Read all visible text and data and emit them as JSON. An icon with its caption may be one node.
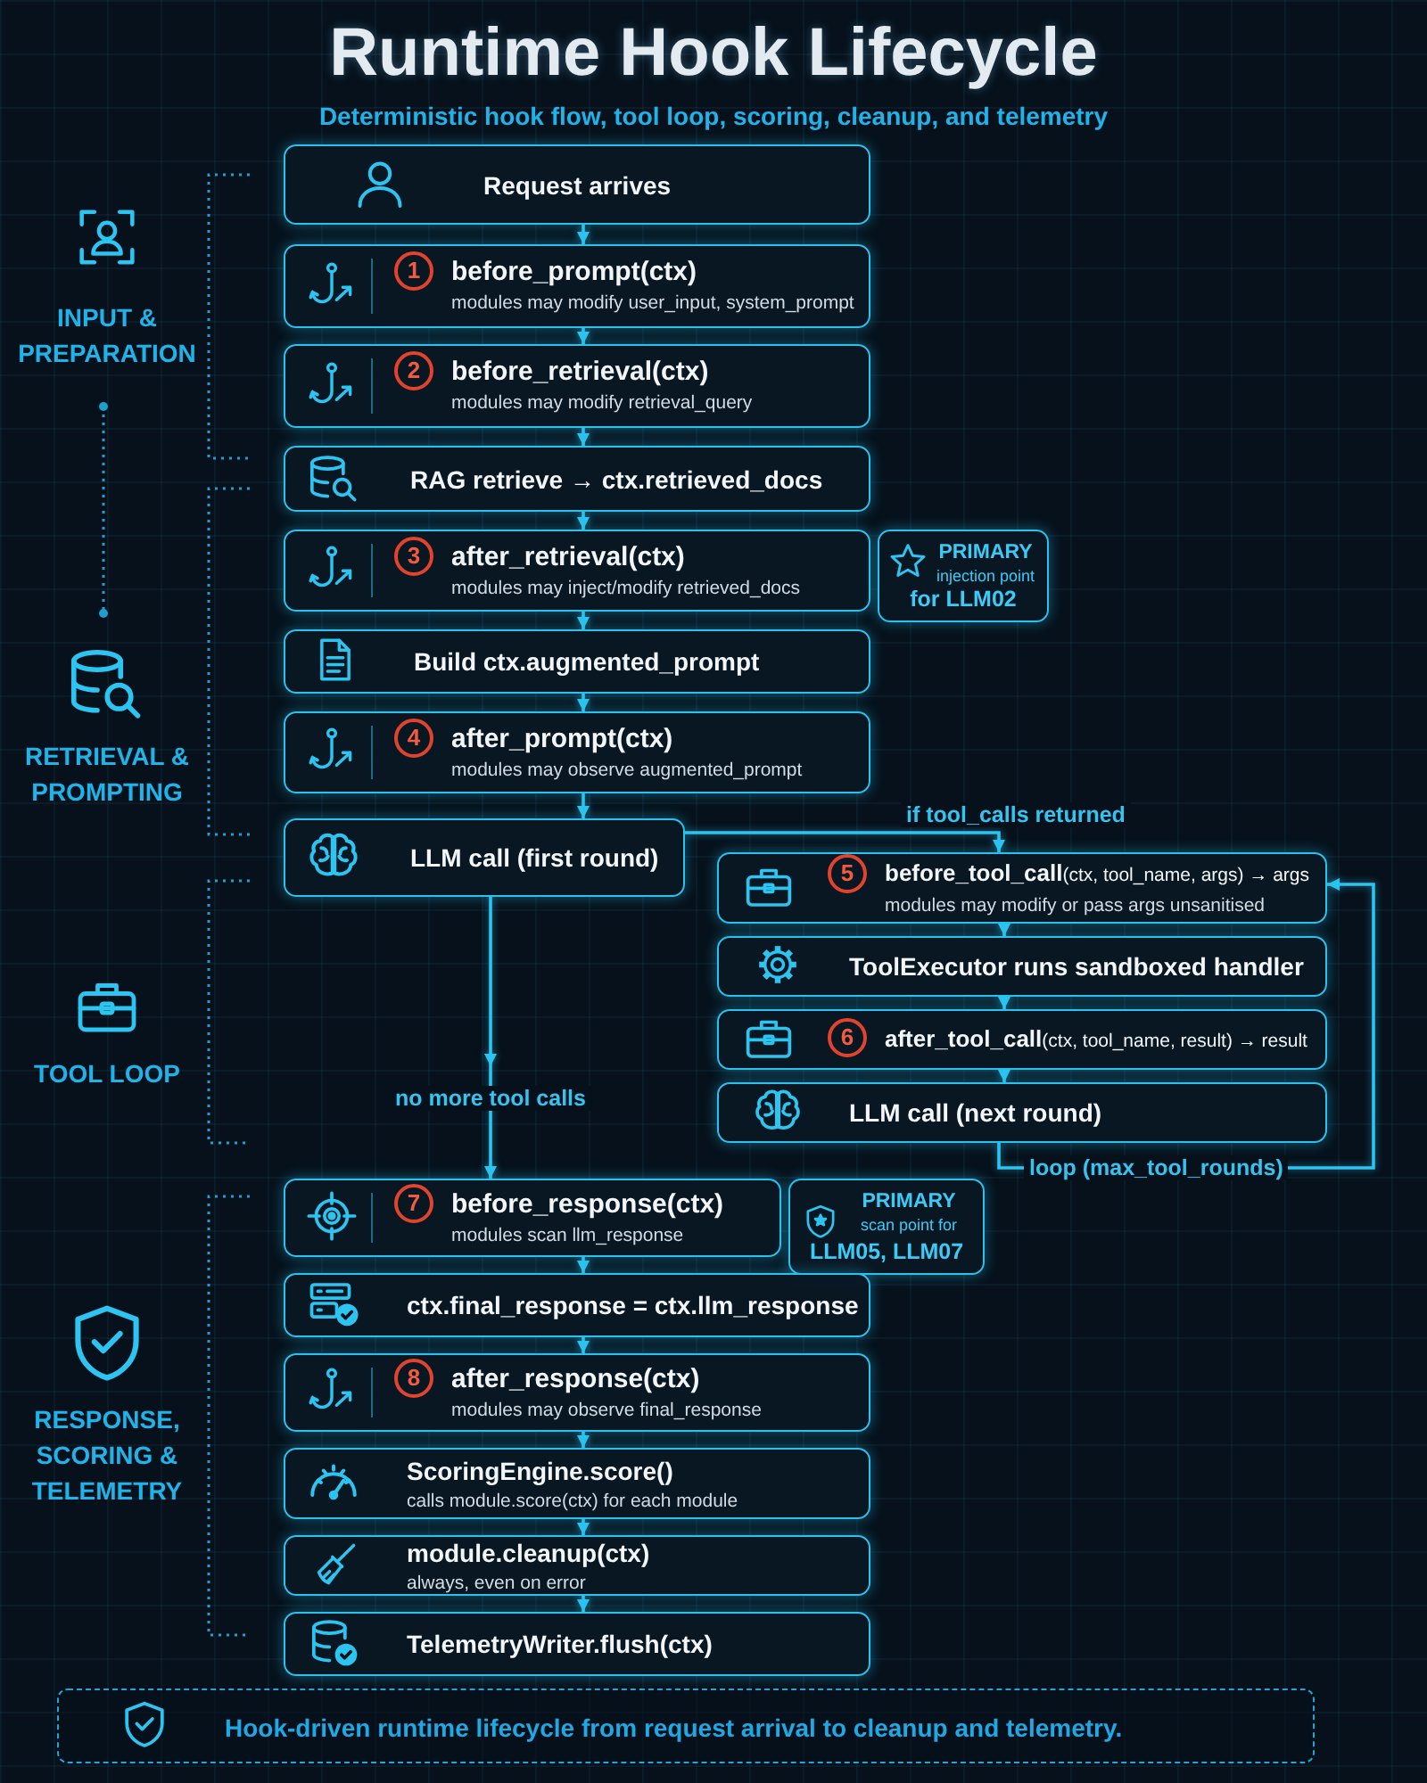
{
  "diagram": {
    "title": "Runtime Hook Lifecycle",
    "caption": "Hook-driven runtime lifecycle from request arrival to cleanup and telemetry.",
    "nodes": [
      {
        "text": [
          "Request arrives"
        ]
      },
      {
        "text": [
          "1",
          "before_prompt(ctx)",
          "modules may modify user_input, system_prompt"
        ]
      },
      {
        "text": [
          "2",
          "before_retrieval(ctx)",
          "modules may modify retrieval_query"
        ]
      },
      {
        "text": [
          "RAG retrieve → ctx.retrieved_docs"
        ]
      },
      {
        "text": [
          "3",
          "after_retrieval(ctx)",
          "modules may inject/modify retrieved_docs"
        ]
      },
      {
        "text": [
          "PRIMARY",
          "injection point",
          "for LLM02"
        ]
      },
      {
        "text": [
          "Build ctx.augmented_prompt"
        ]
      },
      {
        "text": [
          "4",
          "after_prompt(ctx)",
          "modules may observe augmented_prompt"
        ]
      },
      {
        "text": [
          "LLM call (first round)"
        ]
      },
      {
        "text": [
          "5",
          "**before_tool_call**(ctx, tool_name, args) → args",
          "modules may modify or pass args unsanitised"
        ]
      },
      {
        "text": [
          "ToolExecutor runs sandboxed handler"
        ]
      },
      {
        "text": [
          "6",
          "**after_tool_call**(ctx, tool_name, result) → result"
        ]
      },
      {
        "text": [
          "LLM call (next round)"
        ]
      },
      {
        "text": [
          "7",
          "before_response(ctx)",
          "modules scan llm_response"
        ]
      },
      {
        "text": [
          "PRIMARY",
          "scan point for",
          "LLM05, LLM07"
        ]
      },
      {
        "text": [
          "ctx.final_response = ctx.llm_response"
        ]
      },
      {
        "text": [
          "8",
          "after_response(ctx)",
          "modules may observe final_response"
        ]
      },
      {
        "text": [
          "ScoringEngine.score()",
          "calls module.score(ctx) for each module"
        ]
      },
      {
        "text": [
          "module.cleanup(ctx)",
          "always, even on error"
        ]
      },
      {
        "text": [
          "TelemetryWriter.flush(ctx)"
        ]
      }
    ],
    "edges": [
      {
        "from": 0,
        "to": 1,
        "arrow": "to"
      },
      {
        "from": 1,
        "to": 2,
        "arrow": "to"
      },
      {
        "from": 2,
        "to": 3,
        "arrow": "to"
      },
      {
        "from": 3,
        "to": 4,
        "arrow": "to"
      },
      {
        "from": 4,
        "to": 6,
        "arrow": "to"
      },
      {
        "from": 6,
        "to": 7,
        "arrow": "to"
      },
      {
        "from": 7,
        "to": 8,
        "arrow": "to"
      },
      {
        "from": 8,
        "to": 9,
        "arrow": "to",
        "label": "if tool_calls returned"
      },
      {
        "from": 9,
        "to": 10,
        "arrow": "to"
      },
      {
        "from": 10,
        "to": 11,
        "arrow": "to"
      },
      {
        "from": 11,
        "to": 12,
        "arrow": "to"
      },
      {
        "from": 12,
        "to": 9,
        "arrow": "to",
        "label": "loop (max_tool_rounds)"
      },
      {
        "from": 8,
        "to": 13,
        "arrow": "to",
        "label": "no more tool calls"
      },
      {
        "from": 13,
        "to": 15,
        "arrow": "to"
      },
      {
        "from": 15,
        "to": 16,
        "arrow": "to"
      },
      {
        "from": 16,
        "to": 17,
        "arrow": "to"
      },
      {
        "from": 17,
        "to": 18,
        "arrow": "to"
      },
      {
        "from": 18,
        "to": 19,
        "arrow": "to"
      }
    ],
    "labels": [
      "Deterministic hook flow, tool loop, scoring, cleanup, and telemetry",
      "INPUT & PREPARATION",
      "RETRIEVAL & PROMPTING",
      "TOOL LOOP",
      "RESPONSE, SCORING & TELEMETRY"
    ]
  }
}
